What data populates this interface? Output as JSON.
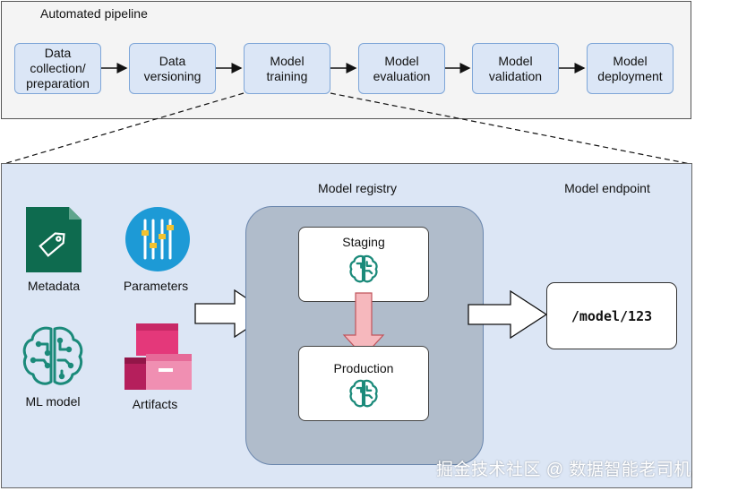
{
  "pipeline": {
    "title": "Automated pipeline",
    "steps": [
      {
        "label": "Data\ncollection/\npreparation"
      },
      {
        "label": "Data\nversioning"
      },
      {
        "label": "Model\ntraining"
      },
      {
        "label": "Model\nevaluation"
      },
      {
        "label": "Model\nvalidation"
      },
      {
        "label": "Model\ndeployment"
      }
    ]
  },
  "inputs": {
    "metadata": "Metadata",
    "parameters": "Parameters",
    "ml_model": "ML model",
    "artifacts": "Artifacts"
  },
  "registry": {
    "title": "Model registry",
    "staging": "Staging",
    "production": "Production"
  },
  "endpoint": {
    "title": "Model endpoint",
    "path": "/model/123"
  },
  "watermark": "掘金技术社区 @ 数据智能老司机",
  "colors": {
    "step_fill": "#dbe6f6",
    "panel_fill": "#dce6f5",
    "registry_fill": "#b0bccb",
    "metadata_green": "#0e6b4f",
    "parameters_blue": "#1d9ad6",
    "ml_model_teal": "#1b8a7a",
    "artifacts_pink": "#e4387a",
    "promotion_arrow": "#f6b8bd"
  }
}
